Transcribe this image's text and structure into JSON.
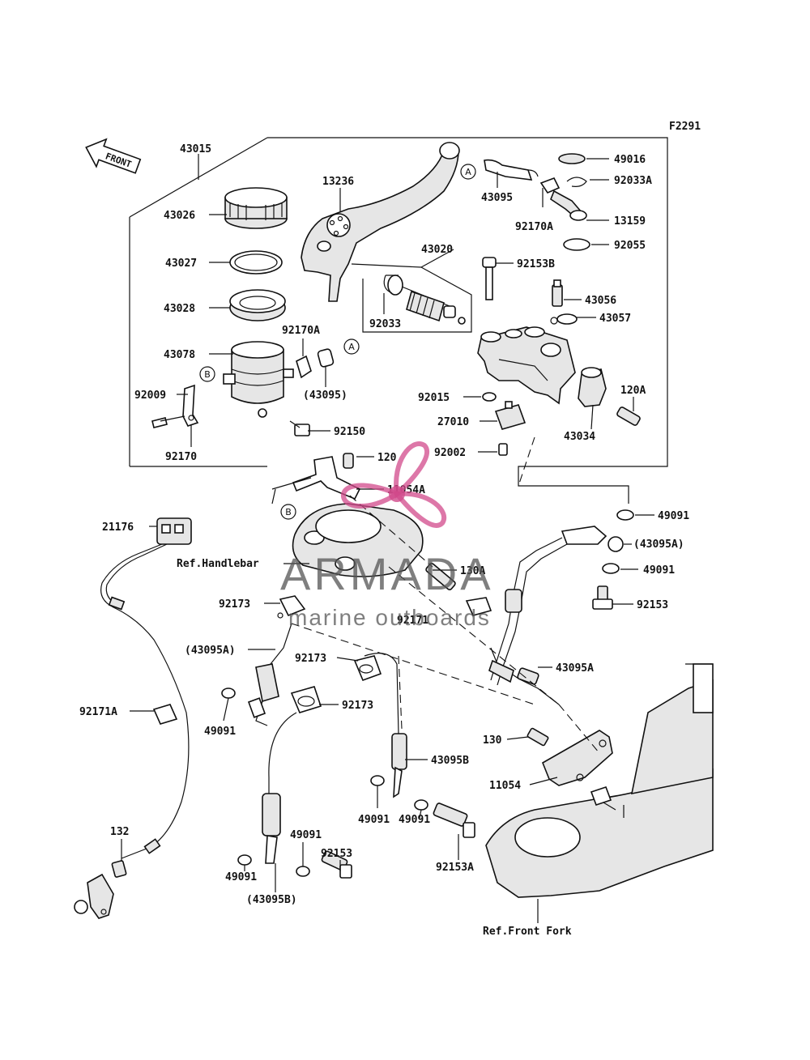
{
  "figure_code": "F2291",
  "front_label": "FRONT",
  "refs": {
    "handlebar": "Ref.Handlebar",
    "front_fork": "Ref.Front Fork"
  },
  "callouts": {
    "A": "A",
    "B": "B"
  },
  "watermark": {
    "brand": "ARMADA",
    "tagline": "marine outboards",
    "color": "#d14a8b"
  },
  "labels": {
    "l43015": "43015",
    "l43026": "43026",
    "l43027": "43027",
    "l43028": "43028",
    "l43078": "43078",
    "l92009": "92009",
    "l92170": "92170",
    "l92170A_left": "92170A",
    "l43095_paren": "(43095)",
    "l92150": "92150",
    "l13236": "13236",
    "l43020": "43020",
    "l92033": "92033",
    "l43095": "43095",
    "l92170A_right": "92170A",
    "l49016": "49016",
    "l92033A": "92033A",
    "l13159": "13159",
    "l92055": "92055",
    "l92153B": "92153B",
    "l43056": "43056",
    "l43057": "43057",
    "l92015": "92015",
    "l27010": "27010",
    "l92002": "92002",
    "l43034": "43034",
    "l120A": "120A",
    "l120": "120",
    "l11054A": "11054A",
    "l21176": "21176",
    "l49091_a": "49091",
    "l43095A_paren_r": "(43095A)",
    "l49091_b": "49091",
    "l92153_r": "92153",
    "l130A": "130A",
    "l92173_a": "92173",
    "l92171": "92171",
    "l43095A_paren_l": "(43095A)",
    "l92173_b": "92173",
    "l43095A": "43095A",
    "l92173_c": "92173",
    "l92171A": "92171A",
    "l49091_c": "49091",
    "l130": "130",
    "l43095B": "43095B",
    "l11054": "11054",
    "l49091_d": "49091",
    "l49091_e": "49091",
    "l92153A": "92153A",
    "l132": "132",
    "l49091_f": "49091",
    "l92153_b": "92153",
    "l49091_g": "49091",
    "l43095B_paren": "(43095B)"
  }
}
